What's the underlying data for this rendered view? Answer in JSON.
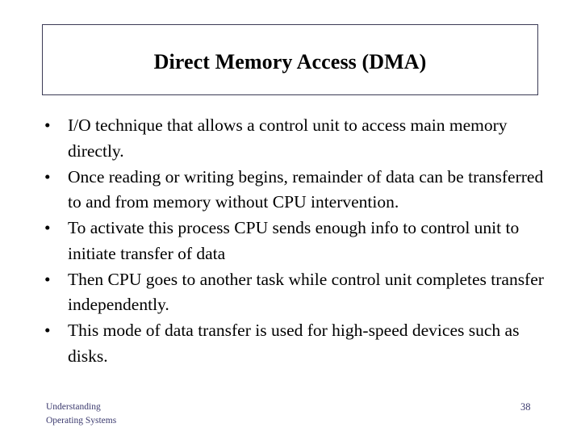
{
  "slide": {
    "title": "Direct Memory Access (DMA)",
    "bullet_marker": "•",
    "bullets": [
      "I/O technique that allows a control unit to access main memory directly.",
      "Once reading or writing begins, remainder of data can be transferred to and from memory without CPU intervention.",
      "To activate this process CPU sends enough info to control unit to initiate transfer of data",
      "Then CPU goes to another task while control unit completes transfer independently.",
      "This mode of data transfer is used for high-speed devices such as disks."
    ],
    "footer": {
      "line1": "Understanding",
      "line2": "Operating Systems",
      "page_number": "38"
    },
    "colors": {
      "background": "#ffffff",
      "title_border": "#3b3a55",
      "title_text": "#000000",
      "body_text": "#000000",
      "footer_text": "#3b3a6e"
    }
  }
}
